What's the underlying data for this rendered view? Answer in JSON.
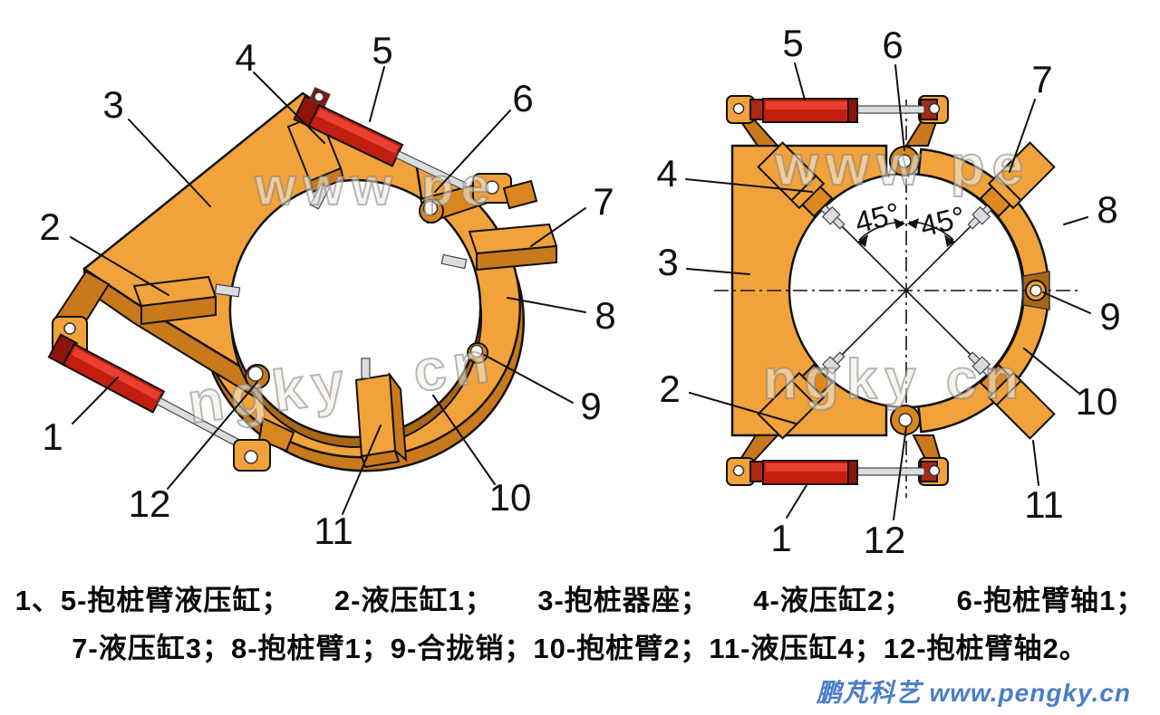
{
  "callouts": {
    "c1": "1",
    "c2": "2",
    "c3": "3",
    "c4": "4",
    "c5": "5",
    "c6": "6",
    "c7": "7",
    "c8": "8",
    "c9": "9",
    "c10": "10",
    "c11": "11",
    "c12": "12"
  },
  "right_view": {
    "angle_label_left": "45°",
    "angle_label_right": "45°"
  },
  "watermarks": {
    "top": "www pe",
    "bottom": "ngky cn"
  },
  "legend": {
    "line1": "1、5-抱桩臂液压缸；　　2-液压缸1；　　3-抱桩器座；　　4-液压缸2；　　6-抱桩臂轴1；",
    "line2": "7-液压缸3；8-抱桩臂1；9-合拢销；10-抱桩臂2；11-液压缸4；12-抱桩臂轴2。"
  },
  "footer": {
    "text": "鹏芃科艺 www.pengky.cn"
  },
  "colors": {
    "body_orange": "#F2A23B",
    "body_orange_dark": "#C8791B",
    "body_orange_deep": "#A96716",
    "boss_orange": "#D8871F",
    "cylinder_red": "#C21E10",
    "cylinder_red_bright": "#E84030",
    "cylinder_red_dark": "#8F130A",
    "piston_rod_silver": "#D9DDE1",
    "footer_blue": "#4A7EC8",
    "label_black": "#111111",
    "background": "#FFFFFF"
  }
}
